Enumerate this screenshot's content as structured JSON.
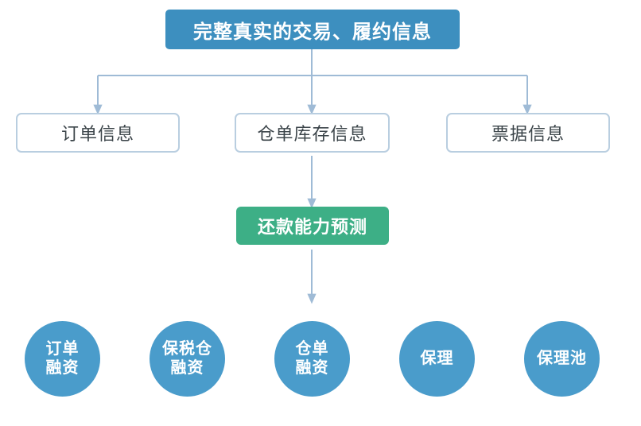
{
  "diagram": {
    "title_banner": {
      "label": "完整真实的交易、履约信息",
      "color": "#3d8fbf",
      "text_color": "#ffffff"
    },
    "info_boxes": [
      {
        "label": "订单信息",
        "border_color": "#b9cee0",
        "text_color": "#3b4449"
      },
      {
        "label": "仓单库存信息",
        "border_color": "#b9cee0",
        "text_color": "#3b4449"
      },
      {
        "label": "票据信息",
        "border_color": "#b9cee0",
        "text_color": "#3b4449"
      }
    ],
    "predictor": {
      "label": "还款能力预测",
      "color": "#3daf86",
      "text_color": "#ffffff"
    },
    "products": [
      {
        "lines": [
          "订单",
          "融资"
        ],
        "color": "#4a9ccb",
        "text_color": "#ffffff"
      },
      {
        "lines": [
          "保税仓",
          "融资"
        ],
        "color": "#4a9ccb",
        "text_color": "#ffffff"
      },
      {
        "lines": [
          "仓单",
          "融资"
        ],
        "color": "#4a9ccb",
        "text_color": "#ffffff"
      },
      {
        "lines": [
          "保理"
        ],
        "color": "#4a9ccb",
        "text_color": "#ffffff"
      },
      {
        "lines": [
          "保理池"
        ],
        "color": "#4a9ccb",
        "text_color": "#ffffff"
      }
    ],
    "connectors": {
      "color": "#9fbbd6",
      "stroke_width": 2,
      "description": "banner branches to three info boxes; 仓单库存信息 flows to 还款能力预测; 还款能力预测 flows to product circles"
    }
  }
}
